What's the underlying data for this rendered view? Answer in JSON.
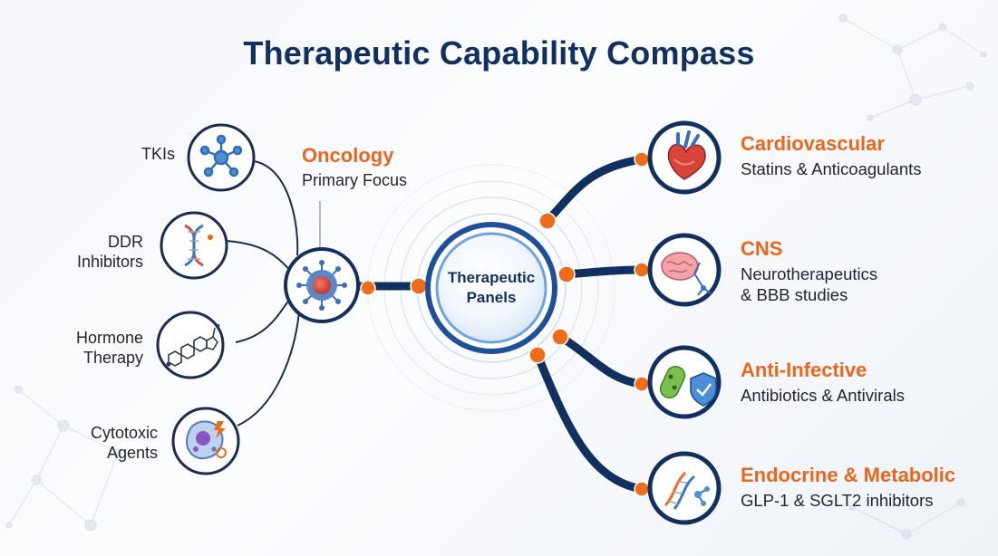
{
  "title": "Therapeutic Capability Compass",
  "hub": {
    "line1": "Therapeutic",
    "line2": "Panels"
  },
  "oncology": {
    "title": "Oncology",
    "subtitle": "Primary Focus",
    "icon": "cancer-cell-icon"
  },
  "left_items": [
    {
      "id": "tkis",
      "lines": [
        "TKIs"
      ],
      "icon": "molecule-network-icon"
    },
    {
      "id": "ddr-inhibitors",
      "lines": [
        "DDR",
        "Inhibitors"
      ],
      "icon": "dna-helix-icon"
    },
    {
      "id": "hormone-therapy",
      "lines": [
        "Hormone",
        "Therapy"
      ],
      "icon": "steroid-structure-icon"
    },
    {
      "id": "cytotoxic-agents",
      "lines": [
        "Cytotoxic",
        "Agents"
      ],
      "icon": "damaged-cell-icon"
    }
  ],
  "right_items": [
    {
      "id": "cardiovascular",
      "title": "Cardiovascular",
      "lines": [
        "Statins & Anticoagulants"
      ],
      "icon": "heart-icon"
    },
    {
      "id": "cns",
      "title": "CNS",
      "lines": [
        "Neurotherapeutics",
        "& BBB studies"
      ],
      "icon": "brain-neuron-icon"
    },
    {
      "id": "anti-infective",
      "title": "Anti-Infective",
      "lines": [
        "Antibiotics & Antivirals"
      ],
      "icon": "bacteria-shield-icon"
    },
    {
      "id": "endocrine-metabolic",
      "title": "Endocrine & Metabolic",
      "lines": [
        "GLP-1 & SGLT2 inhibitors"
      ],
      "icon": "dna-molecule-icon"
    }
  ],
  "colors": {
    "navy": "#12305f",
    "accent": "#e8671e",
    "hub": "#2b6fc9",
    "text": "#1f2430"
  }
}
